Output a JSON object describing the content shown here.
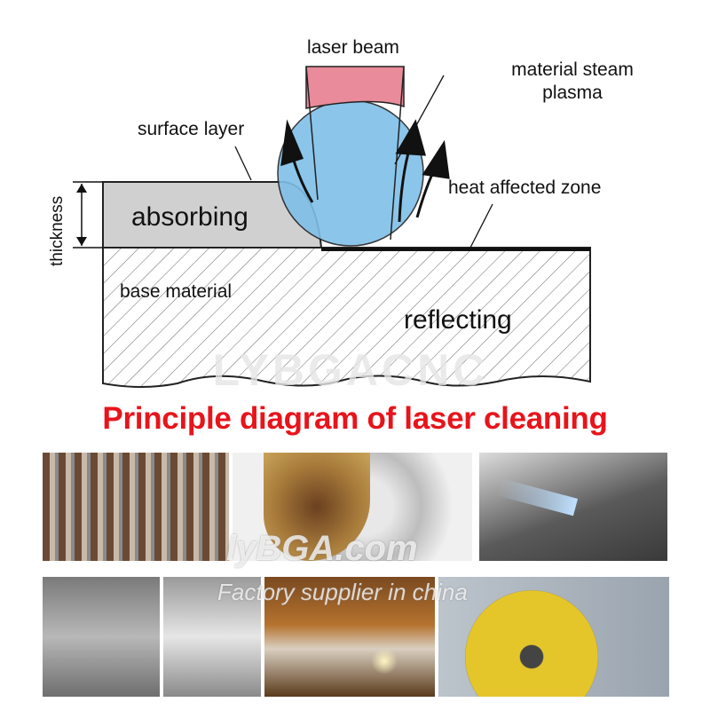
{
  "diagram": {
    "labels": {
      "laser_beam": "laser beam",
      "material_steam_plasma_line1": "material steam",
      "material_steam_plasma_line2": "plasma",
      "surface_layer": "surface layer",
      "heat_affected_zone": "heat affected zone",
      "thickness": "thickness",
      "absorbing": "absorbing",
      "base_material": "base material",
      "reflecting": "reflecting"
    },
    "watermark": "LYBGACNC",
    "colors": {
      "beam": "#e98b9a",
      "plasma": "#7fbfe8",
      "absorbing": "#d0d0d0"
    }
  },
  "title": "Principle diagram of laser cleaning",
  "photos": [
    {
      "subject": "rusty-vs-cleaned-comb-parts"
    },
    {
      "subject": "rusty-disc-partially-cleaned"
    },
    {
      "subject": "laser-on-steel-roller"
    },
    {
      "subject": "faucet-before"
    },
    {
      "subject": "faucet-after"
    },
    {
      "subject": "laser-cleaning-plate"
    },
    {
      "subject": "laser-cleaning-saw-blade"
    }
  ],
  "watermark": {
    "line1": "lyBGA.com",
    "line2": "Factory supplier in china"
  }
}
